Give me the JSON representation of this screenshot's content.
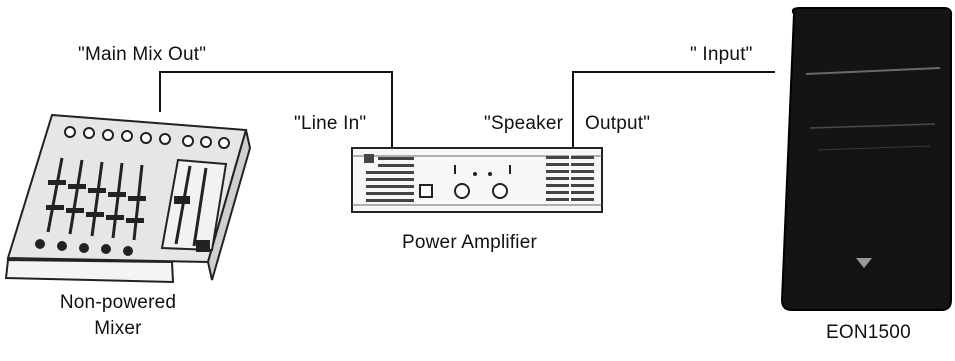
{
  "labels": {
    "main_mix_out": "\"Main Mix Out\"",
    "line_in": "\"Line In\"",
    "speaker_output_left": "\"Speaker",
    "speaker_output_right": "Output\"",
    "input": "\" Input\"",
    "power_amplifier": "Power Amplifier",
    "mixer_line1": "Non-powered",
    "mixer_line2": "Mixer",
    "speaker_model": "EON1500"
  },
  "colors": {
    "line": "#111111",
    "speaker_body": "#141414",
    "device_stroke": "#222222"
  }
}
